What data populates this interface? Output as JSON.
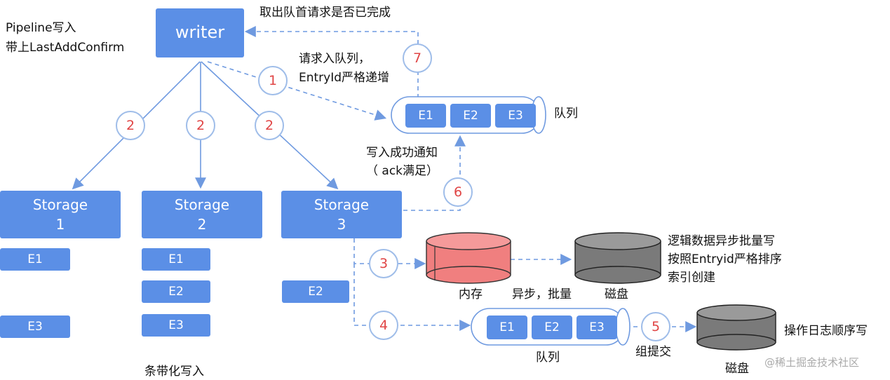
{
  "writer": "writer",
  "pipeline_label": [
    "Pipeline写入",
    "带上LastAddConfirm"
  ],
  "top_label": "取出队首请求是否已完成",
  "enqueue_label": [
    "请求入队列，",
    "EntryId严格递增"
  ],
  "queue_label": "队列",
  "ack_label": [
    "写入成功通知",
    "（ ack满足）"
  ],
  "storages": [
    {
      "name": "Storage",
      "num": "1",
      "entries": [
        "E1",
        "E3"
      ]
    },
    {
      "name": "Storage",
      "num": "2",
      "entries": [
        "E1",
        "E2",
        "E3"
      ]
    },
    {
      "name": "Storage",
      "num": "3",
      "entries": [
        "E2"
      ]
    }
  ],
  "queue_entries": [
    "E1",
    "E2",
    "E3"
  ],
  "steps": [
    "1",
    "2",
    "2",
    "2",
    "3",
    "4",
    "5",
    "6",
    "7"
  ],
  "striping_label": "条带化写入",
  "memory_label": "内存",
  "async_label": "异步，批量",
  "disk_label": "磁盘",
  "disk_label2": "磁盘",
  "logical_label": [
    "逻辑数据异步批量写",
    "按照Entryid严格排序",
    "索引创建"
  ],
  "lower_queue_label": "队列",
  "group_commit_label": "组提交",
  "oplog_label": "操作日志顺序写",
  "watermark": "@稀土掘金技术社区",
  "colors": {
    "box": "#5b8fe6",
    "memory": "#f07f7f",
    "disk": "#808080",
    "circle_border": "#9fbde9",
    "step_text": "#e04545"
  }
}
